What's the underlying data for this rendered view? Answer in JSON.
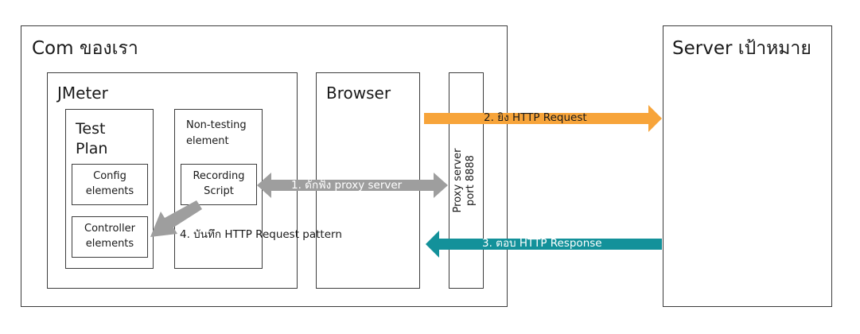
{
  "com": {
    "title": "Com ของเรา"
  },
  "server": {
    "title": "Server เป้าหมาย"
  },
  "jmeter": {
    "title": "JMeter",
    "test_plan": {
      "line1": "Test",
      "line2": "Plan"
    },
    "config": {
      "line1": "Config",
      "line2": "elements"
    },
    "controller": {
      "line1": "Controller",
      "line2": "elements"
    },
    "non_testing": {
      "line1": "Non-testing",
      "line2": "element"
    },
    "recording": {
      "line1": "Recording",
      "line2": "Script"
    }
  },
  "browser": {
    "title": "Browser"
  },
  "proxy": {
    "line1": "Proxy server",
    "line2": "port 8888"
  },
  "arrows": {
    "step1": "1. ดักฟัง proxy server",
    "step2": "2. ยิง HTTP Request",
    "step3": "3. ตอบ HTTP Response",
    "step4": "4. บันทึก HTTP Request pattern"
  },
  "colors": {
    "request_arrow": "#f7a43a",
    "response_arrow": "#13919a",
    "proxy_arrow": "#9e9e9e",
    "record_arrow": "#9e9e9e",
    "border": "#3c3c3c"
  }
}
